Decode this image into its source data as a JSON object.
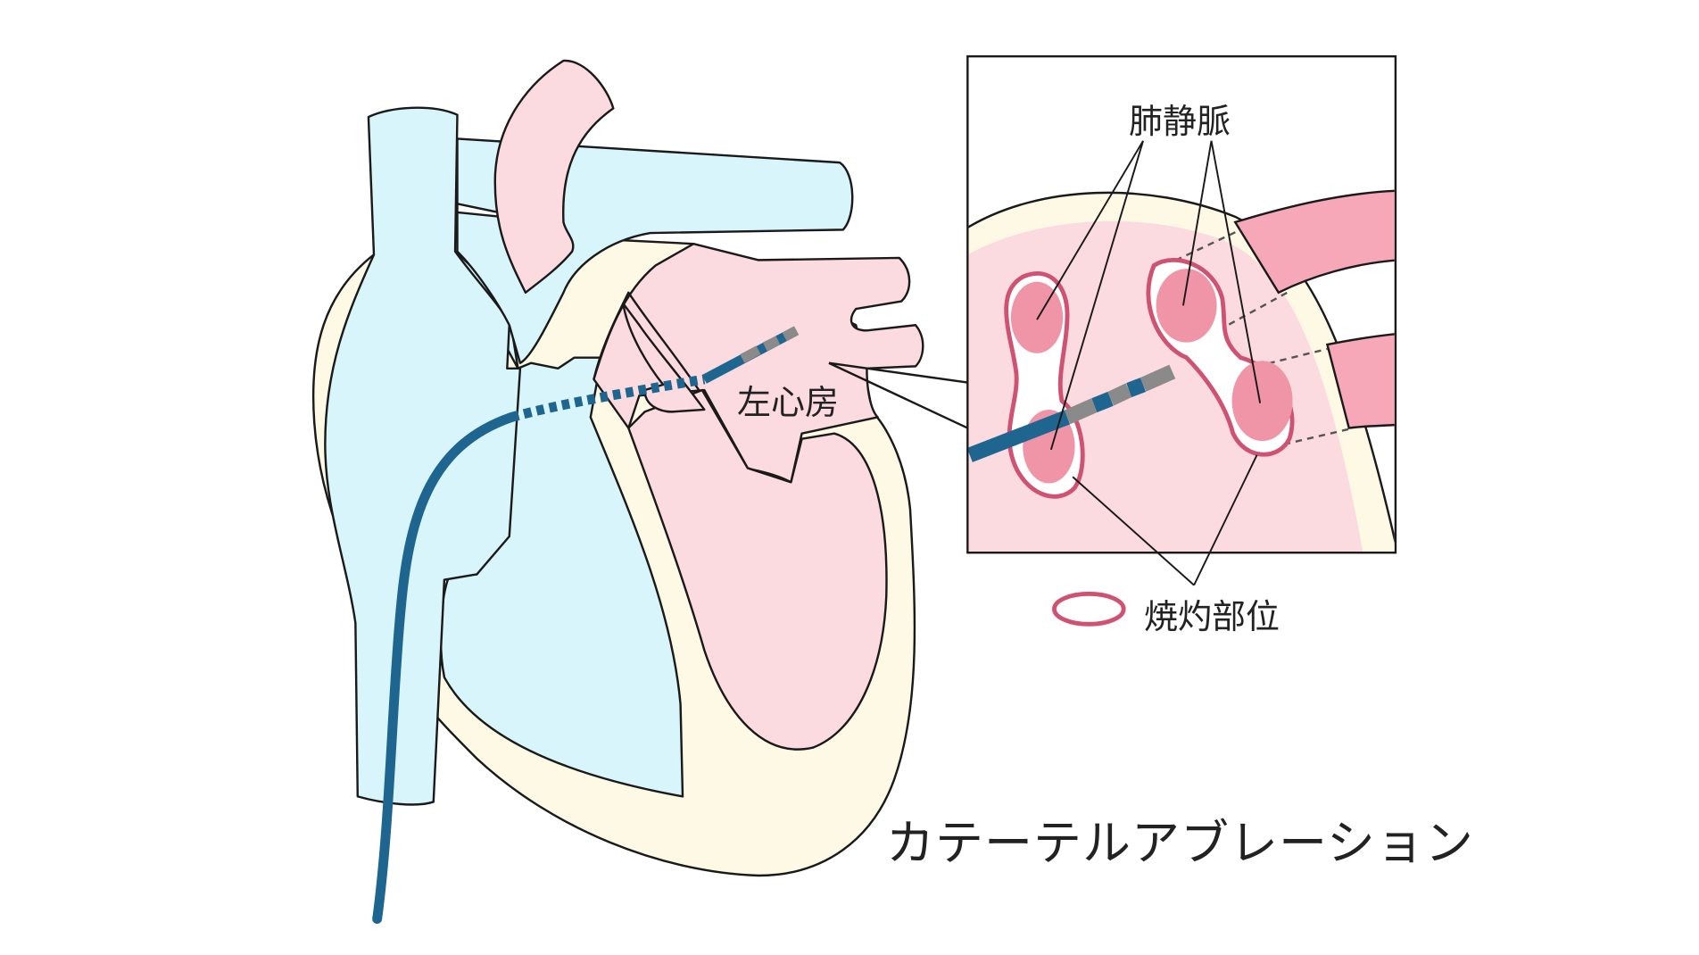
{
  "labels": {
    "left_atrium": "左心房",
    "pulmonary_vein": "肺静脈",
    "ablation_site": "焼灼部位",
    "title": "カテーテルアブレーション"
  },
  "colors": {
    "vein_blue": "#d8f5fb",
    "artery_pink": "#fcdbe0",
    "wall_cream": "#fef9e5",
    "catheter": "#1e6690",
    "catheter_tip_gray": "#8a8a8a",
    "ablation_ring": "#cf5272",
    "ablation_fill": "#ef95a7",
    "vein_tube": "#f6a8b8",
    "outline": "#1a1a1a"
  }
}
